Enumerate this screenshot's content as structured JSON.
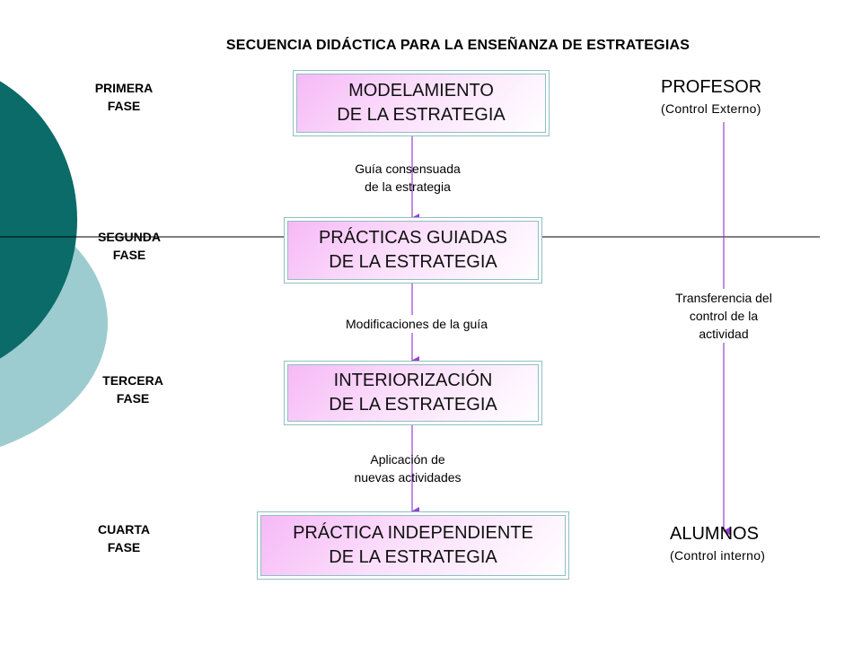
{
  "title": "SECUENCIA DIDÁCTICA PARA LA ENSEÑANZA DE ESTRATEGIAS",
  "phases": [
    {
      "line1": "PRIMERA",
      "line2": "FASE"
    },
    {
      "line1": "SEGUNDA",
      "line2": "FASE"
    },
    {
      "line1": "TERCERA",
      "line2": "FASE"
    },
    {
      "line1": "CUARTA",
      "line2": "FASE"
    }
  ],
  "steps": [
    {
      "line1": "MODELAMIENTO",
      "line2": "DE LA ESTRATEGIA"
    },
    {
      "line1": "PRÁCTICAS GUIADAS",
      "line2": "DE LA ESTRATEGIA"
    },
    {
      "line1": "INTERIORIZACIÓN",
      "line2": "DE LA ESTRATEGIA"
    },
    {
      "line1": "PRÁCTICA INDEPENDIENTE",
      "line2": "DE LA ESTRATEGIA"
    }
  ],
  "connectors": [
    {
      "line1": "Guía consensuada",
      "line2": "de la estrategia"
    },
    {
      "line1": "Modificaciones de la guía"
    },
    {
      "line1": "Aplicación de",
      "line2": "nuevas actividades"
    }
  ],
  "roles": {
    "teacher": {
      "name": "PROFESOR",
      "sub": "(Control Externo)"
    },
    "transfer": {
      "line1": "Transferencia del",
      "line2": "control de la",
      "line3": "actividad"
    },
    "students": {
      "name": "ALUMNOS",
      "sub": "(Control interno)"
    }
  },
  "colors": {
    "dark_teal": "#0a6b68",
    "light_teal": "#9cccd0",
    "box_fill": "#f6b9f6",
    "box_border": "#8fbfc4",
    "arrow": "#9b3fd4"
  }
}
